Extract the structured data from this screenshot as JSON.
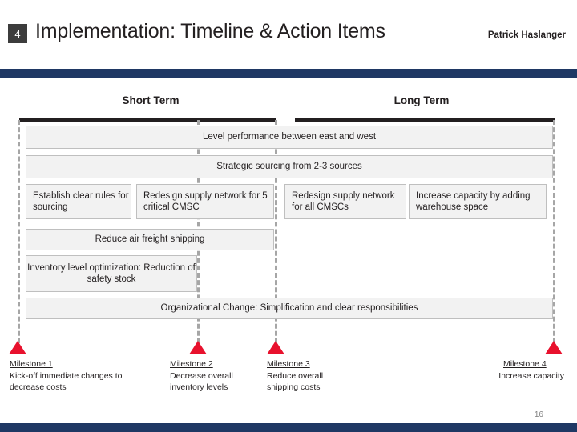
{
  "header": {
    "slide_number": "4",
    "title": "Implementation: Timeline & Action Items",
    "author": "Patrick Haslanger",
    "accent_color": "#1f3864"
  },
  "phases": [
    {
      "label": "Short Term"
    },
    {
      "label": "Long Term"
    }
  ],
  "action_boxes": [
    {
      "text": "Level performance between east and west"
    },
    {
      "text": "Strategic sourcing from 2-3 sources"
    },
    {
      "text": "Establish clear rules for sourcing"
    },
    {
      "text": "Redesign supply network for 5 critical CMSC"
    },
    {
      "text": "Redesign supply network for all CMSCs"
    },
    {
      "text": "Increase capacity by adding warehouse space"
    },
    {
      "text": "Reduce air freight shipping"
    },
    {
      "text": "Inventory level optimization: Reduction of safety stock"
    },
    {
      "text": "Organizational Change: Simplification and clear responsibilities"
    }
  ],
  "milestones": [
    {
      "title": "Milestone 1",
      "desc": "Kick-off immediate changes to decrease costs"
    },
    {
      "title": "Milestone 2",
      "desc": "Decrease overall inventory levels"
    },
    {
      "title": "Milestone 3",
      "desc": "Reduce overall shipping costs"
    },
    {
      "title": "Milestone 4",
      "desc": "Increase capacity"
    }
  ],
  "footer": {
    "page_number": "16"
  },
  "colors": {
    "marker": "#e8112d",
    "box_fill": "#f2f2f2",
    "guide": "#a6a6a6"
  }
}
